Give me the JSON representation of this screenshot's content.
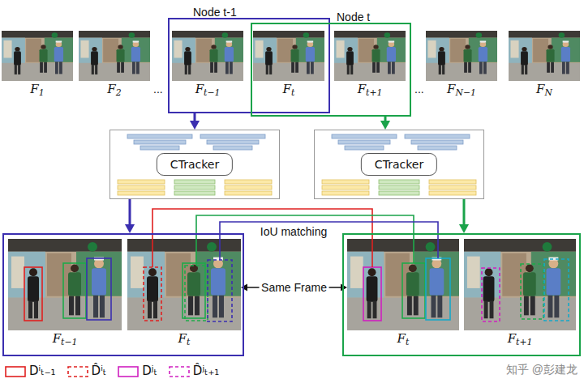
{
  "diagram": {
    "nodes": [
      {
        "text": [
          "F1"
        ]
      },
      {
        "text": [
          "F2"
        ]
      },
      {
        "text": [
          "Node t-1"
        ]
      },
      {
        "text": [
          "Ft−1"
        ],
        "in": 2
      },
      {
        "text": [
          "Ft"
        ],
        "in": 2
      },
      {
        "text": [
          "Node t"
        ]
      },
      {
        "text": [
          "Ft+1"
        ],
        "in": 5
      },
      {
        "text": [
          "FN−1"
        ]
      },
      {
        "text": [
          "FN"
        ]
      },
      {
        "text": [
          "CTracker"
        ]
      },
      {
        "text": [
          "CTracker"
        ]
      },
      {
        "text": []
      },
      {
        "text": [
          "Ft−1"
        ],
        "in": 11
      },
      {
        "text": [
          "Ft"
        ],
        "in": 11
      },
      {
        "text": []
      },
      {
        "text": [
          "Ft"
        ],
        "in": 14
      },
      {
        "text": [
          "Ft+1"
        ],
        "in": 14
      }
    ],
    "edges": [
      {
        "from": 2,
        "to": 9,
        "arrow": "to"
      },
      {
        "from": 5,
        "to": 10,
        "arrow": "to"
      },
      {
        "from": 9,
        "to": 11,
        "arrow": "to"
      },
      {
        "from": 10,
        "to": 14,
        "arrow": "to"
      },
      {
        "from": 13,
        "to": 15,
        "arrow": "none"
      },
      {
        "from": 13,
        "to": 15,
        "arrow": "none"
      },
      {
        "from": 13,
        "to": 15,
        "arrow": "none"
      },
      {
        "from": 13,
        "to": 15,
        "label": "Same Frame",
        "arrow": "both"
      }
    ],
    "labels": [
      "...",
      "...",
      "IoU matching",
      "知乎 @彭建龙"
    ],
    "legend": [
      {
        "text": "Dⁱₜ₋₁"
      },
      {
        "text": "D̂ⁱₜ"
      },
      {
        "text": "Dʲₜ"
      },
      {
        "text": "D̂ʲₜ₊₁"
      }
    ]
  }
}
